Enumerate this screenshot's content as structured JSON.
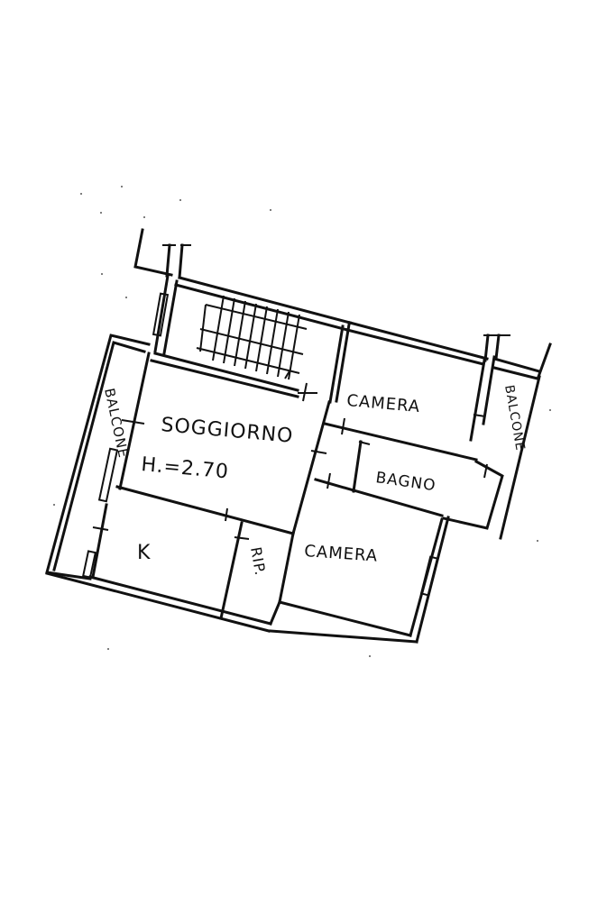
{
  "drawing": {
    "type": "floor-plan",
    "style": "hand-drawn scanned",
    "ink_color": "#111111",
    "paper_color": "#ffffff"
  },
  "rooms": {
    "living": {
      "label": "SOGGIORNO",
      "height": "H.=2.70"
    },
    "bedroom_top": {
      "label": "CAMERA"
    },
    "bedroom_bottom": {
      "label": "CAMERA"
    },
    "bathroom": {
      "label": "BAGNO"
    },
    "kitchen": {
      "label": "K"
    },
    "storage": {
      "label": "RIP."
    },
    "balcony_left": {
      "label": "BALCONE"
    },
    "balcony_right": {
      "label": "BALCONE"
    },
    "stairwell": {
      "label": ""
    }
  }
}
